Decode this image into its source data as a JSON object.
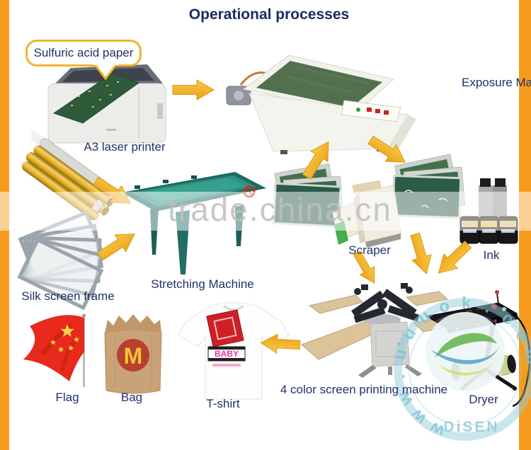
{
  "title": "Operational processes",
  "callout": {
    "text": "Sulfuric acid paper"
  },
  "items": {
    "printer": {
      "label": "A3 laser printer"
    },
    "exposure": {
      "label": "Exposure Machine"
    },
    "frames": {
      "label": "Silk screen frame"
    },
    "stretching": {
      "label": "Stretching Machine"
    },
    "scraper": {
      "label": "Scraper"
    },
    "ink": {
      "label": "Ink"
    },
    "printing4": {
      "label": "4 color screen printing machine"
    },
    "dryer": {
      "label": "Dryer"
    },
    "flag": {
      "label": "Flag"
    },
    "bag": {
      "label": "Bag",
      "logo_letter": "M"
    },
    "tshirt": {
      "label": "T-shirt",
      "graphic_text": "BABY"
    }
  },
  "watermarks": {
    "band": "trade.china.cn",
    "ring": "www.uuuok.com",
    "brand": "DiSEN"
  },
  "colors": {
    "label_text": "#22306b",
    "title_text": "#1b2a5e",
    "arrow": "#f2b02d",
    "side_bar": "#f79b1e",
    "callout_border": "#f1b42e",
    "watermark_gray": "#bfbfbf",
    "watermark_blue": "#9bcbd6"
  }
}
